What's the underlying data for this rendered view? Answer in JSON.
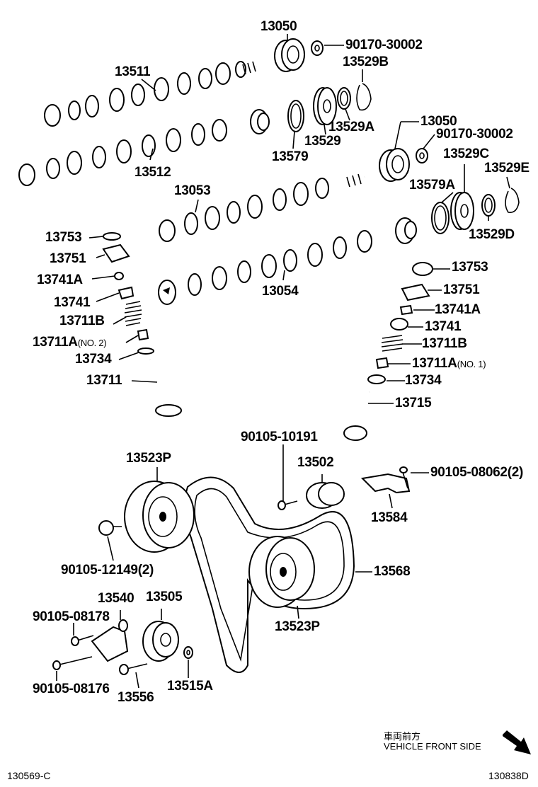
{
  "labels": {
    "p13050a": "13050",
    "p90170a": "90170-30002",
    "p13529b": "13529B",
    "p13511": "13511",
    "p13512": "13512",
    "p13579": "13579",
    "p13529": "13529",
    "p13529a": "13529A",
    "p13050b": "13050",
    "p90170b": "90170-30002",
    "p13529c": "13529C",
    "p13529e": "13529E",
    "p13053": "13053",
    "p13579a": "13579A",
    "p13529d": "13529D",
    "p13054": "13054",
    "l13753": "13753",
    "l13751": "13751",
    "l13741a": "13741A",
    "l13741": "13741",
    "l13711b": "13711B",
    "l13711a": "13711A",
    "l13711a_note": "(NO. 2)",
    "l13734": "13734",
    "l13711": "13711",
    "r13753": "13753",
    "r13751": "13751",
    "r13741a": "13741A",
    "r13741": "13741",
    "r13711b": "13711B",
    "r13711a": "13711A",
    "r13711a_note": "(NO. 1)",
    "r13734": "13734",
    "r13715": "13715",
    "b90105_10191": "90105-10191",
    "b13523p_top": "13523P",
    "b13502": "13502",
    "b90105_08062": "90105-08062(2)",
    "b13584": "13584",
    "b90105_12149": "90105-12149(2)",
    "b13568": "13568",
    "b13540": "13540",
    "b13505": "13505",
    "b90105_08178": "90105-08178",
    "b13523p_bot": "13523P",
    "b90105_08176": "90105-08176",
    "b13556": "13556",
    "b13515a": "13515A"
  },
  "footer": {
    "left_code": "130569-C",
    "right_code": "130838D",
    "direction_jp": "車両前方",
    "direction_en": "VEHICLE FRONT SIDE"
  }
}
